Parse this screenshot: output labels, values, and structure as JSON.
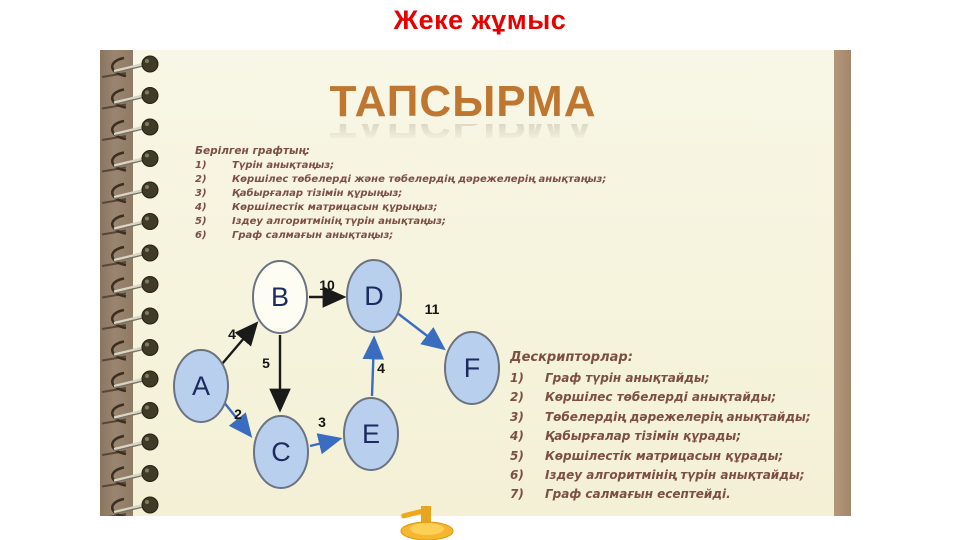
{
  "slide": {
    "title": "Жеке жұмыс"
  },
  "notebook": {
    "heading": "ТАПСЫРМА",
    "tasks": {
      "header": "Берілген графтың:",
      "items": [
        {
          "num": "1)",
          "text": "Түрін анықтаңыз;"
        },
        {
          "num": "2)",
          "text": "Көршілес төбелерді және төбелердің дәрежелерің анықтаңыз;"
        },
        {
          "num": "3)",
          "text": "Қабырғалар тізімін құрыңыз;"
        },
        {
          "num": "4)",
          "text": "Көршілестік матрицасын құрыңыз;"
        },
        {
          "num": "5)",
          "text": "Іздеу алгоритмінің түрін анықтаңыз;"
        },
        {
          "num": "6)",
          "text": "Граф салмағын анықтаңыз;"
        }
      ]
    },
    "descriptors": {
      "header": "Дескрипторлар:",
      "items": [
        {
          "num": "1)",
          "text": "Граф түрін анықтайды;"
        },
        {
          "num": "2)",
          "text": "Көршілес төбелерді анықтайды;"
        },
        {
          "num": "3)",
          "text": "Төбелердің дәрежелерің анықтайды;"
        },
        {
          "num": "4)",
          "text": "Қабырғалар тізімін құрады;"
        },
        {
          "num": "5)",
          "text": "Көршілестік матрицасын құрады;"
        },
        {
          "num": "6)",
          "text": "Іздеу алгоритмінің түрін анықтайды;"
        },
        {
          "num": "7)",
          "text": "Граф салмағын есептейді."
        }
      ]
    }
  },
  "graph": {
    "nodes": [
      {
        "id": "A",
        "label": "A",
        "fill": "#b9cfee"
      },
      {
        "id": "B",
        "label": "B",
        "fill": "#fdfdf4"
      },
      {
        "id": "C",
        "label": "C",
        "fill": "#b9cfee"
      },
      {
        "id": "D",
        "label": "D",
        "fill": "#b9cfee"
      },
      {
        "id": "E",
        "label": "E",
        "fill": "#b9cfee"
      },
      {
        "id": "F",
        "label": "F",
        "fill": "#b9cfee"
      }
    ],
    "edges": [
      {
        "from": "A",
        "to": "B",
        "weight": "4",
        "color": "#1a1a1a"
      },
      {
        "from": "B",
        "to": "D",
        "weight": "10",
        "color": "#1a1a1a"
      },
      {
        "from": "B",
        "to": "C",
        "weight": "5",
        "color": "#1a1a1a"
      },
      {
        "from": "A",
        "to": "C",
        "weight": "2",
        "color": "#3a6cc0"
      },
      {
        "from": "C",
        "to": "E",
        "weight": "3",
        "color": "#3a6cc0"
      },
      {
        "from": "E",
        "to": "D",
        "weight": "4",
        "color": "#3a6cc0"
      },
      {
        "from": "D",
        "to": "F",
        "weight": "11",
        "color": "#3a6cc0"
      }
    ]
  },
  "colors": {
    "title_red": "#e60000",
    "heading_orange": "#bf7630",
    "body_text": "#7d4e44",
    "page_cream": "#f6f4dd",
    "spine_brown": "#94806a",
    "node_blue": "#b9cfee",
    "edge_blue": "#3a6cc0",
    "node_label_navy": "#1b2a60"
  }
}
